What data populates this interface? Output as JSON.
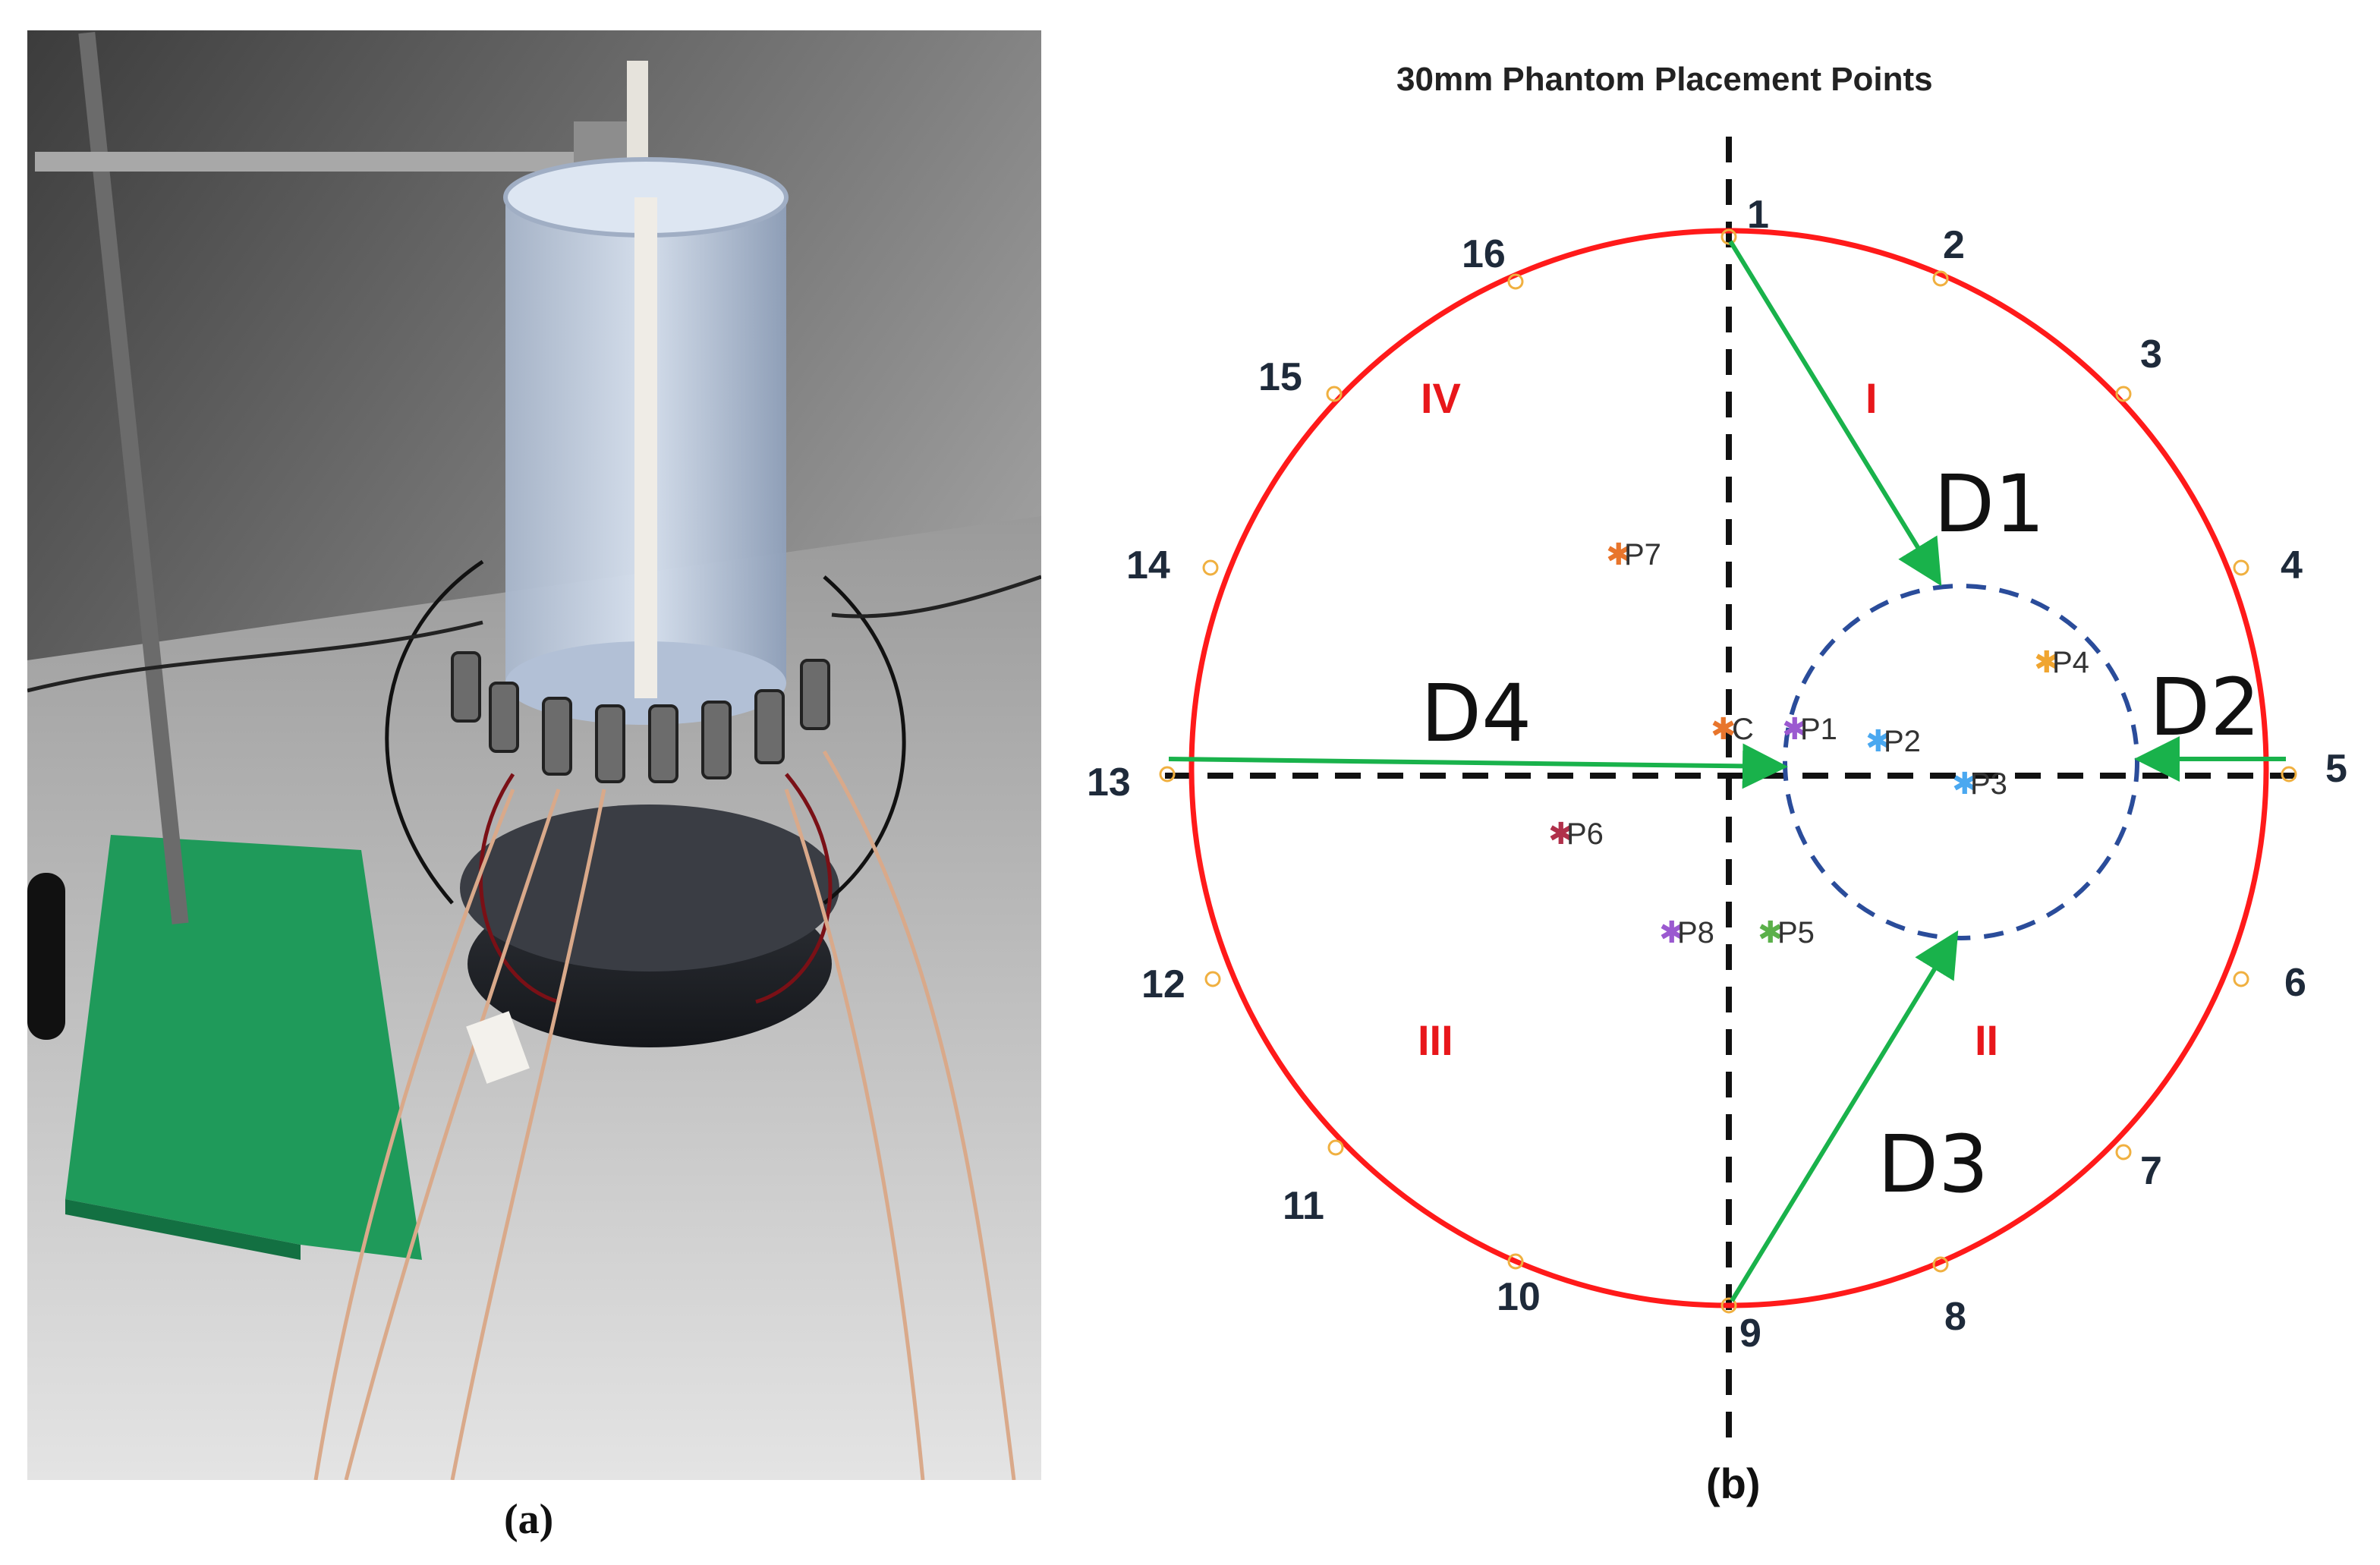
{
  "captions": {
    "a": "(a)",
    "b": "(b)"
  },
  "diagram": {
    "title": "30mm Phantom Placement Points",
    "electrodes": [
      "1",
      "2",
      "3",
      "4",
      "5",
      "6",
      "7",
      "8",
      "9",
      "10",
      "11",
      "12",
      "13",
      "14",
      "15",
      "16"
    ],
    "quadrants": [
      "I",
      "II",
      "III",
      "IV"
    ],
    "distances": [
      "D1",
      "D2",
      "D3",
      "D4"
    ],
    "center_label": "C",
    "points": [
      "P1",
      "P2",
      "P3",
      "P4",
      "P5",
      "P6",
      "P7",
      "P8"
    ]
  },
  "colors": {
    "ring": "#ff1a1a",
    "quadrant_label": "#e8171b",
    "arrow": "#19b24b",
    "dashed_axes": "#111111",
    "phantom_circle": "#2a4c9a",
    "electrode_marker": "#f0b040",
    "point_c": "#e8752c",
    "point_p1": "#9b59d0",
    "point_p2": "#4aa8f0",
    "point_p3": "#4aa8f0",
    "point_p4": "#f0a530",
    "point_p5": "#5bb04a",
    "point_p6": "#b0304a",
    "point_p7": "#e8752c",
    "point_p8": "#9b59d0",
    "base_plate": "#1f9a5a",
    "tank": "#c9d6e8"
  }
}
